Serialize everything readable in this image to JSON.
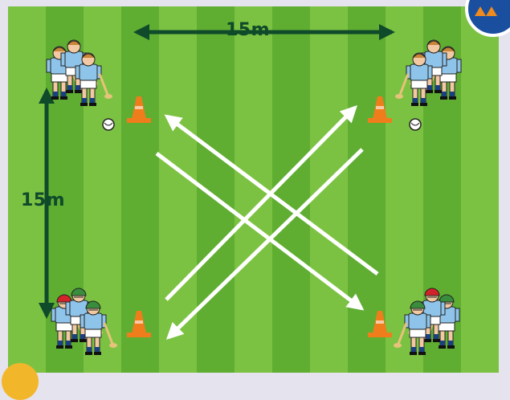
{
  "diagram": {
    "horizontal_distance_label": "15m",
    "vertical_distance_label": "15m"
  },
  "colors": {
    "grass_light": "#7cc242",
    "grass_dark": "#5fae32",
    "arrow_dark": "#0f4a2a",
    "arrow_white": "#ffffff",
    "cone": "#f07d1c",
    "jersey": "#8fc4ea",
    "helmet_green": "#3a8d3c",
    "helmet_red": "#d2232a",
    "badge": "#1a4fa0",
    "corner_badge": "#f2b62a"
  },
  "groups": [
    {
      "name": "top-left",
      "players": 3,
      "helmets": [
        "none",
        "none",
        "none"
      ],
      "has_ball": true
    },
    {
      "name": "top-right",
      "players": 3,
      "helmets": [
        "none",
        "none",
        "none"
      ],
      "has_ball": true
    },
    {
      "name": "bottom-left",
      "players": 3,
      "helmets": [
        "red",
        "green",
        "green"
      ],
      "has_ball": false
    },
    {
      "name": "bottom-right",
      "players": 3,
      "helmets": [
        "green",
        "red",
        "green"
      ],
      "has_ball": false
    }
  ],
  "passes": [
    {
      "from": "top-right",
      "to": "bottom-left"
    },
    {
      "from": "bottom-left",
      "to": "top-right"
    },
    {
      "from": "top-left",
      "to": "bottom-right"
    },
    {
      "from": "bottom-right",
      "to": "top-left"
    }
  ]
}
